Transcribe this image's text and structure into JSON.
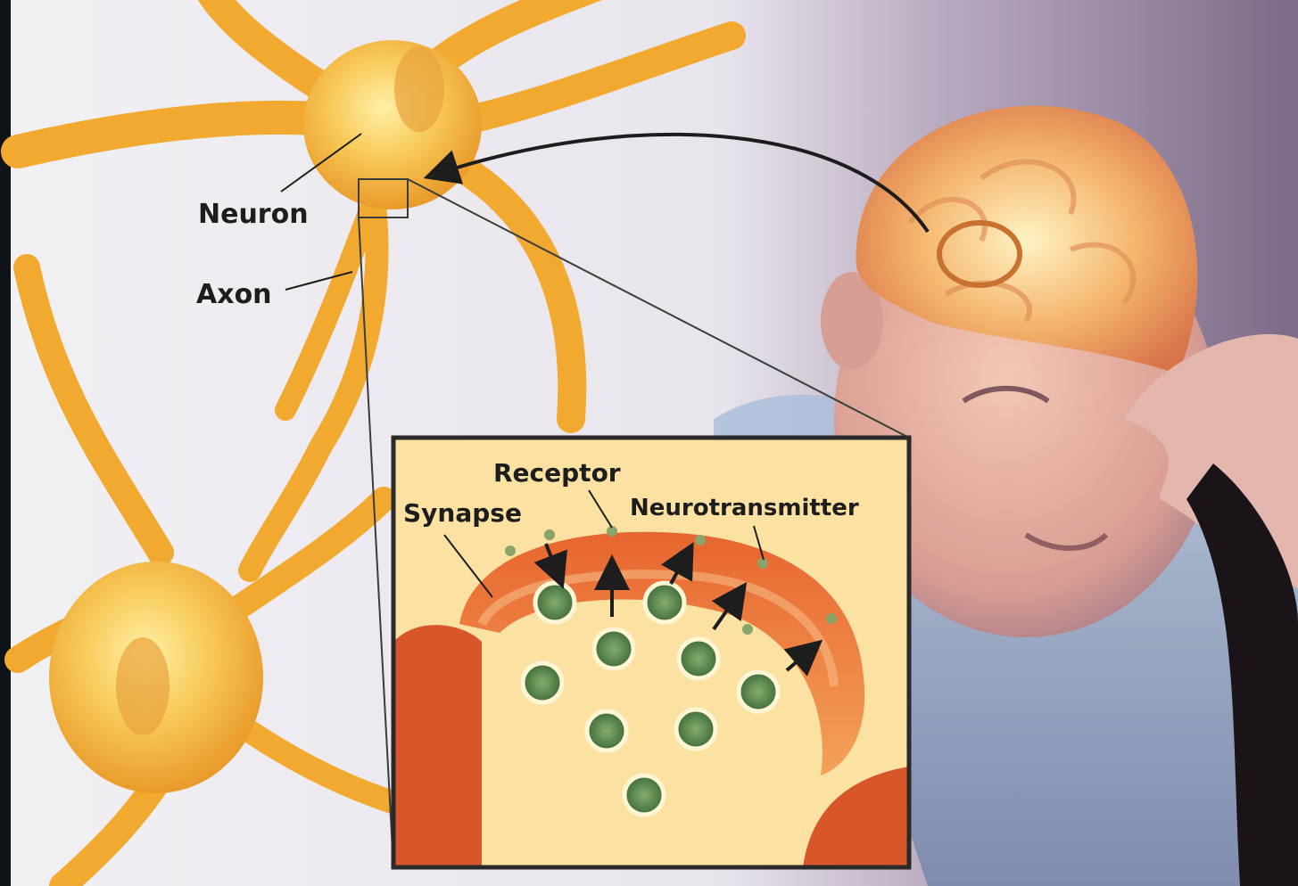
{
  "labels": {
    "neuron": "Neuron",
    "axon": "Axon",
    "receptor": "Receptor",
    "synapse": "Synapse",
    "neurotransmitter": "Neurotransmitter"
  },
  "colors": {
    "background_light": "#ecebef",
    "background_purple": "#8f7f99",
    "neuron_orange": "#f2a92f",
    "neuron_glow": "#fde08a",
    "synapse_red": "#d7562a",
    "inset_cream": "#fbe2a3",
    "vesicle_green": "#5d8f4f",
    "line_dark": "#1d1d1d"
  },
  "icons": {
    "pointer_arrow": "curved-arrow-icon",
    "release_arrows": "arrow-up-icon"
  }
}
